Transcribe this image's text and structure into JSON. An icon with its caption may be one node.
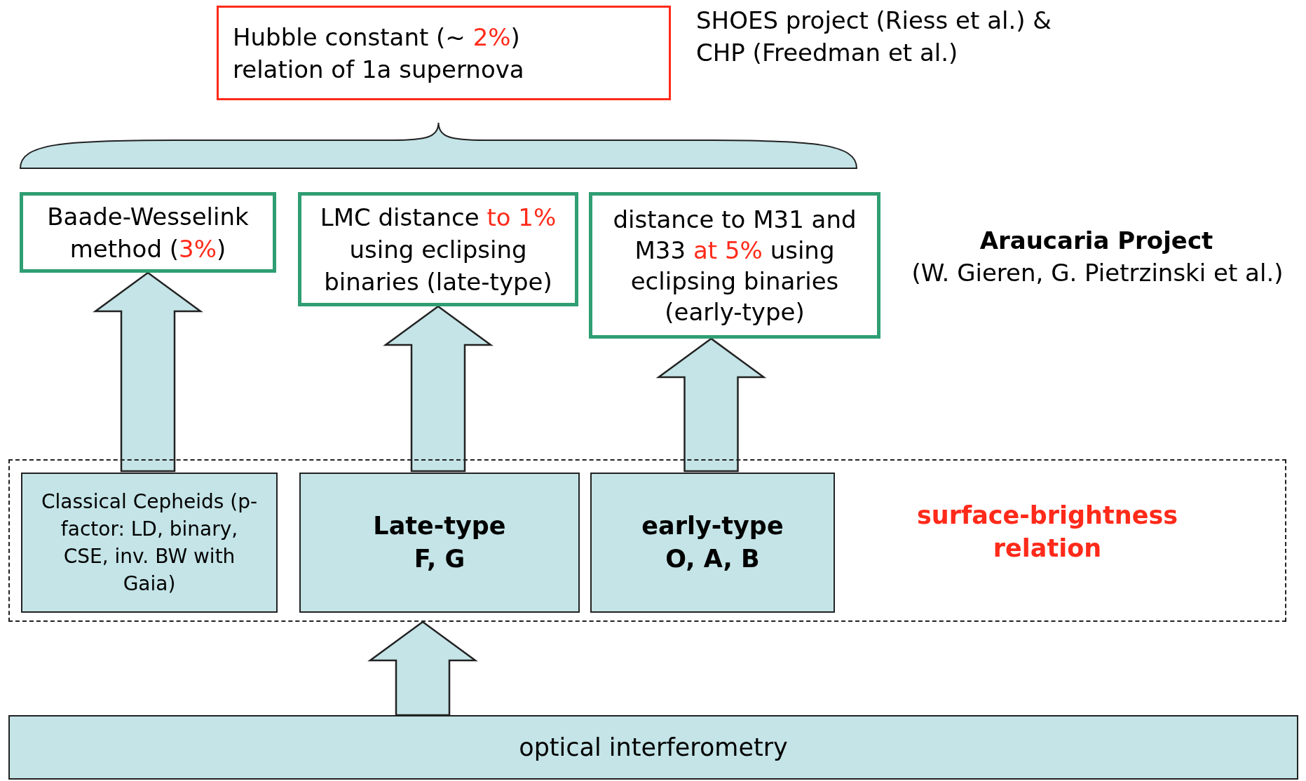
{
  "diagram": {
    "nodes": [
      {
        "text": [
          "Hubble constant (~ 2%) relation of 1a supernova"
        ]
      },
      {
        "text": [],
        "shape": "brace"
      },
      {
        "text": [
          "Baade-Wesselink method (3%)"
        ]
      },
      {
        "text": [
          "LMC distance to 1% using eclipsing binaries (late-type)"
        ]
      },
      {
        "text": [
          "distance to M31 and M33 at 5% using eclipsing binaries (early-type)"
        ]
      },
      {
        "text": [
          "surface-brightness relation"
        ]
      },
      {
        "text": [
          "Classical Cepheids (p-factor: LD, binary, CSE, inv. BW with Gaia)"
        ],
        "in": 5
      },
      {
        "text": [
          "Late-type",
          "F, G"
        ],
        "in": 5
      },
      {
        "text": [
          "early-type",
          "O, A, B"
        ],
        "in": 5
      },
      {
        "text": [
          "optical interferometry"
        ]
      }
    ],
    "edges": [
      {
        "from": 6,
        "to": 2,
        "arrow": "to"
      },
      {
        "from": 7,
        "to": 3,
        "arrow": "to"
      },
      {
        "from": 8,
        "to": 4,
        "arrow": "to"
      },
      {
        "from": 9,
        "to": 5,
        "arrow": "to"
      }
    ],
    "labels": [
      "SHOES project (Riess et al.) & CHP (Freedman et al.)",
      "Araucaria Project",
      "(W. Gieren, G. Pietrzinski et al.)"
    ]
  }
}
